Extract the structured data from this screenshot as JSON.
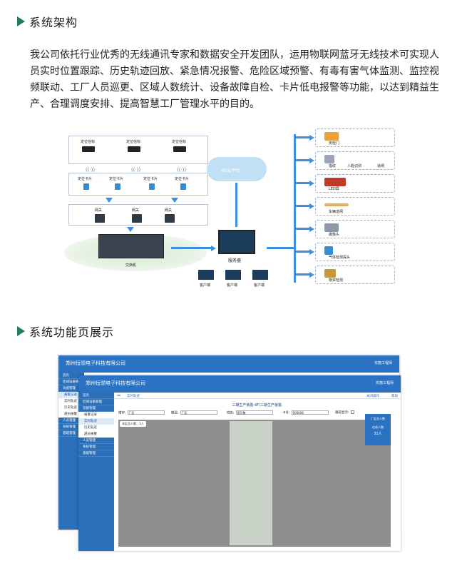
{
  "sections": {
    "arch_title": "系统架构",
    "intro": "我公司依托行业优秀的无线通讯专家和数据安全开发团队，运用物联网蓝牙无线技术可实现人员实时位置跟踪、历史轨迹回放、紧急情况报警、危险区域预警、有毒有害气体监测、监控视频联动、工厂人员巡更、区域人数统计、设备故障自检、卡片低电报警等功能，以达到精益生产、合理调度安排、提高智慧工厂管理水平的目的。",
    "func_title": "系统功能页展示"
  },
  "diagram": {
    "beacon_label": "定位信标",
    "card_label": "定位卡片",
    "gateway_label": "网关",
    "switch_label": "交换机",
    "cloud_label": "4G云平台",
    "server_label": "服务器",
    "client_label": "客户端",
    "subsystems": [
      {
        "label": "安检门",
        "color": "#e9a13a"
      },
      {
        "label": "指纹",
        "label2": "人脸识别",
        "label3": "道闸",
        "color": "#9aa6b3"
      },
      {
        "label": "LED屏",
        "color": "#c0392b"
      },
      {
        "label": "车辆道闸",
        "color": "#e2b05a"
      },
      {
        "label": "摄像头",
        "color": "#8d99a6"
      },
      {
        "label": "气体检测探头",
        "color": "#2f8fd0"
      },
      {
        "label": "物资检测",
        "color": "#c69a3a"
      }
    ]
  },
  "screens": {
    "company": "郑州恒领电子科技有限公司",
    "user": "实施工程师",
    "menu": [
      "首页",
      "区域设备管理",
      "功能管理",
      "报警记录",
      "实时轨迹",
      "历史轨迹",
      "越员报警",
      "人员管理",
      "系统管理",
      "基础管理"
    ],
    "tab": "实时轨迹",
    "close_ops": "关闭操作",
    "help": "帮助",
    "map_title": "三期生产装置-6F/三期生产装置.",
    "factory_label": "楼宇:",
    "factory_value": "厂区",
    "floor_label": "楼层:",
    "floor_value": "厂区",
    "name_label": "姓名:",
    "name_value": "袁可敬",
    "card_label": "卡号:",
    "card_value": "000008",
    "show_label": "跟踪显示:",
    "count_label": "本区总人数：1人",
    "panel_title": "厂区总人数",
    "panel_sub": "在线人数",
    "panel_count": "31人"
  }
}
